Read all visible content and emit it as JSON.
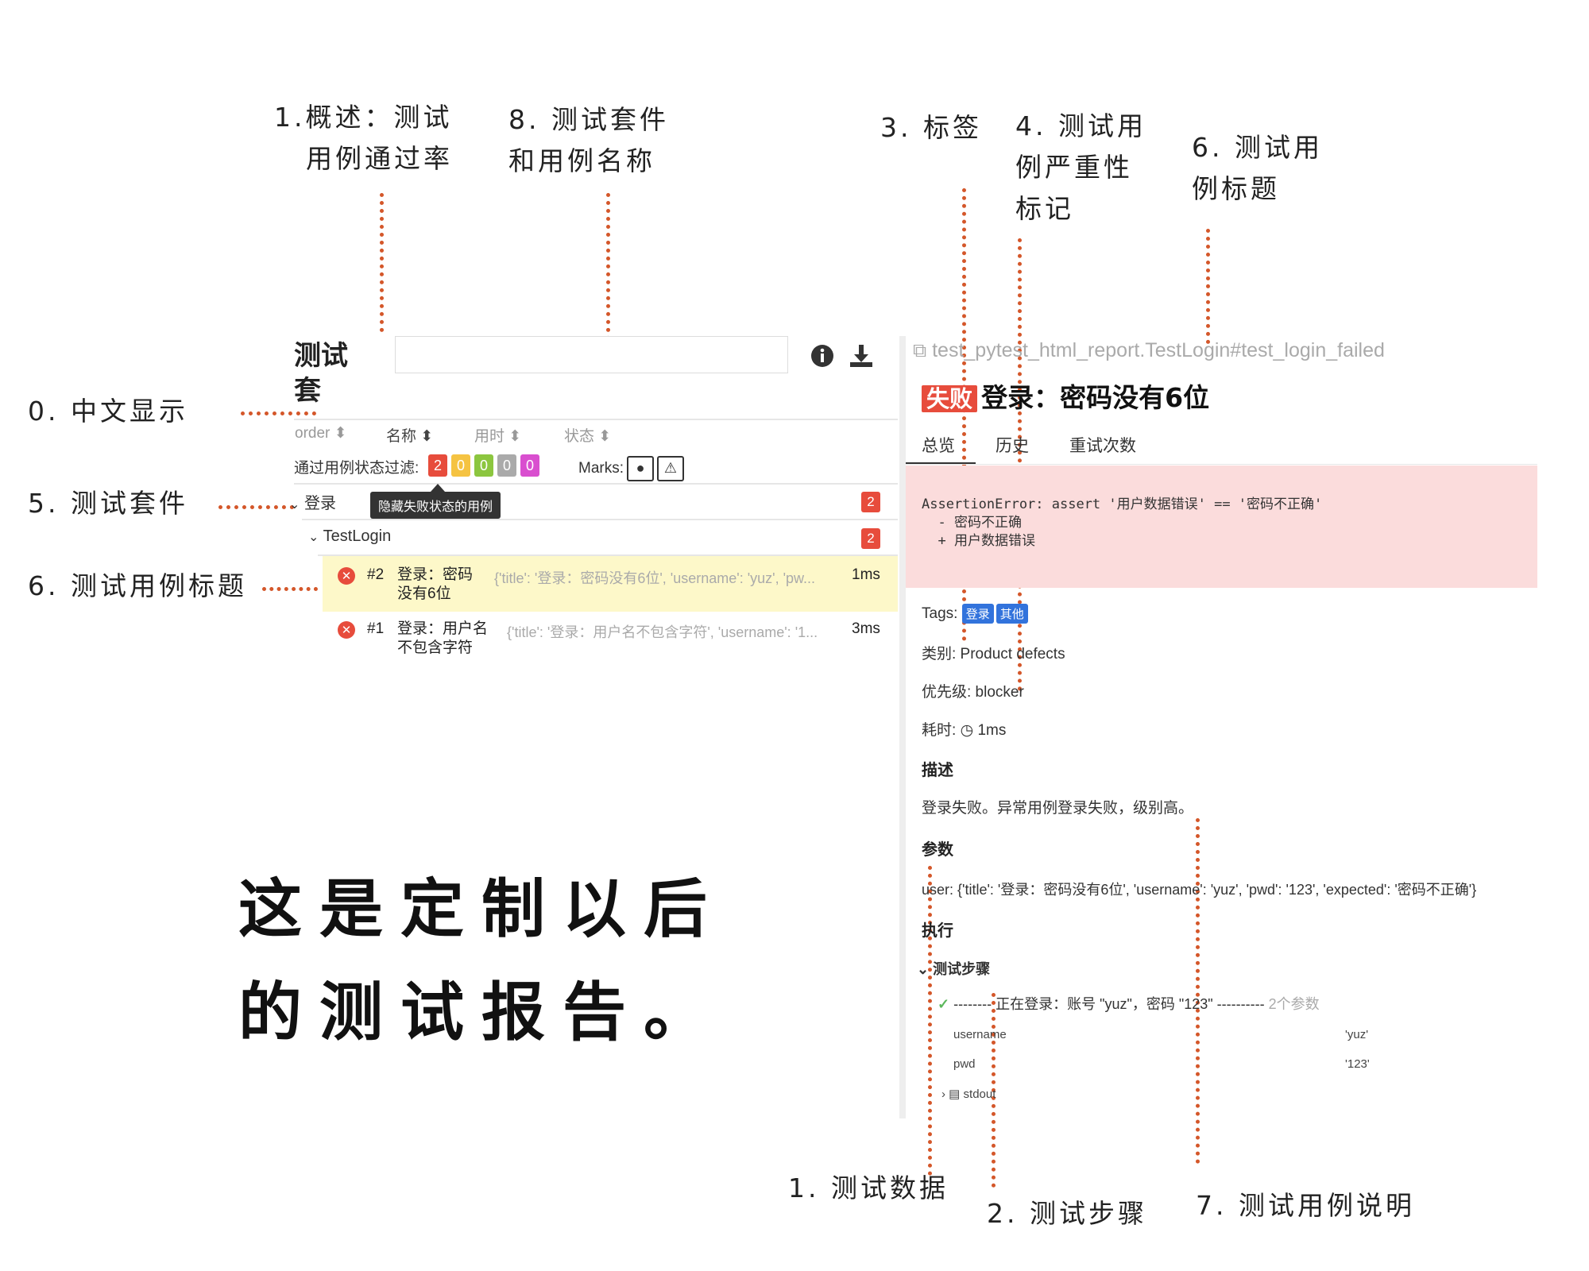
{
  "annotations": {
    "a1": [
      "1.概述：测试",
      "用例通过率"
    ],
    "a8": [
      "8. 测试套件",
      "和用例名称"
    ],
    "a3": "3. 标签",
    "a4": [
      "4. 测试用",
      "例严重性",
      "标记"
    ],
    "a6top": [
      "6. 测试用",
      "例标题"
    ],
    "a0": "0. 中文显示",
    "a5": "5. 测试套件",
    "a6left": "6. 测试用例标题",
    "b1": "1. 测试数据",
    "b2": "2. 测试步骤",
    "b7": "7. 测试用例说明"
  },
  "caption": [
    "这是定制以后",
    "的测试报告。"
  ],
  "left": {
    "title": "测试套",
    "search_value": "",
    "sort": [
      "order",
      "名称",
      "用时",
      "状态"
    ],
    "filter_label": "通过用例状态过滤:",
    "filter_counts": [
      {
        "value": "2",
        "color": "#e74c3c"
      },
      {
        "value": "0",
        "color": "#f5c342"
      },
      {
        "value": "0",
        "color": "#8cc63f"
      },
      {
        "value": "0",
        "color": "#aaaaaa"
      },
      {
        "value": "0",
        "color": "#d94fcf"
      }
    ],
    "marks_label": "Marks:",
    "tooltip": "隐藏失败状态的用例",
    "suite": {
      "name": "登录",
      "count": "2"
    },
    "class": {
      "name": "TestLogin",
      "count": "2"
    },
    "rows": [
      {
        "id": "#2",
        "title1": "登录：密码",
        "title2": "没有6位",
        "params": "{'title': '登录：密码没有6位', 'username': 'yuz', 'pw...",
        "dur": "1ms"
      },
      {
        "id": "#1",
        "title1": "登录：用户名",
        "title2": "不包含字符",
        "params": "{'title': '登录：用户名不包含字符', 'username': '1...",
        "dur": "3ms"
      }
    ]
  },
  "right": {
    "path": "test_pytest_html_report.TestLogin#test_login_failed",
    "status": "失败",
    "title": "登录：密码没有6位",
    "tabs": [
      "总览",
      "历史",
      "重试次数"
    ],
    "error_lines": [
      "AssertionError: assert '用户数据错误' == '密码不正确'",
      "  - 密码不正确",
      "  + 用户数据错误"
    ],
    "tags_label": "Tags:",
    "tags": [
      "登录",
      "其他"
    ],
    "category": "类别: Product defects",
    "priority": "优先级: blocker",
    "duration_label": "耗时:",
    "duration": "1ms",
    "desc_heading": "描述",
    "desc": "登录失败。异常用例登录失败，级别高。",
    "params_heading": "参数",
    "params": "user: {'title': '登录：密码没有6位', 'username': 'yuz', 'pwd': '123', 'expected': '密码不正确'}",
    "exec_heading": "执行",
    "steps_heading": "测试步骤",
    "step": "-------- 正在登录：账号 \"yuz\"，密码 \"123\" ----------",
    "step_params": "2个参数",
    "kv": [
      {
        "k": "username",
        "v": "'yuz'"
      },
      {
        "k": "pwd",
        "v": "'123'"
      }
    ],
    "stdout": "stdout"
  }
}
